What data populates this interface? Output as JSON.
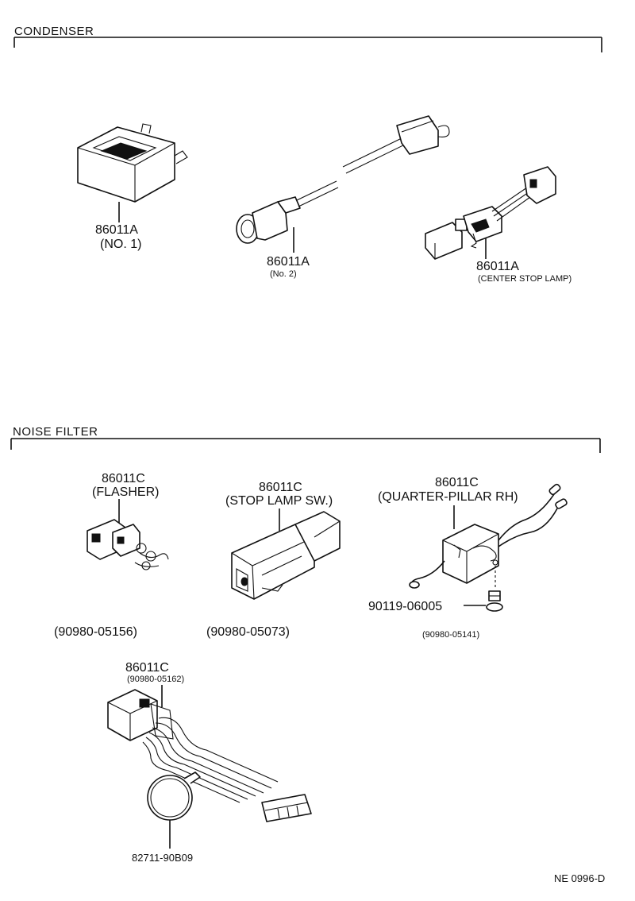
{
  "sections": {
    "condenser": "CONDENSER",
    "noise_filter": "NOISE FILTER"
  },
  "parts": {
    "cond_no1_num": "86011A",
    "cond_no1_desc": "(NO. 1)",
    "cond_no2_num": "86011A",
    "cond_no2_desc": "(No. 2)",
    "cond_csl_num": "86011A",
    "cond_csl_desc": "(CENTER STOP LAMP)",
    "nf_flasher_num": "86011C",
    "nf_flasher_desc": "(FLASHER)",
    "nf_flasher_ref": "(90980-05156)",
    "nf_stop_num": "86011C",
    "nf_stop_desc": "(STOP LAMP SW.)",
    "nf_stop_ref": "(90980-05073)",
    "nf_qp_num": "86011C",
    "nf_qp_desc": "(QUARTER-PILLAR RH)",
    "nf_qp_bolt": "90119-06005",
    "nf_qp_ref": "(90980-05141)",
    "nf_harness_num": "86011C",
    "nf_harness_ref": "(90980-05162)",
    "clamp_num": "82711-90B09"
  },
  "footer": {
    "code": "NE 0996-D"
  }
}
